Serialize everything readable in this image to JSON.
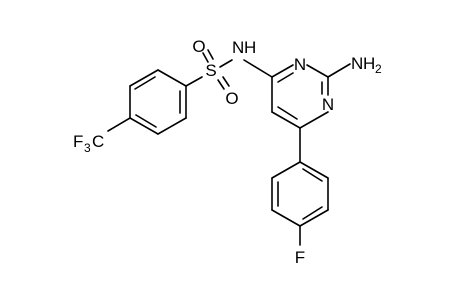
{
  "molecule": {
    "labels": {
      "oxygen_top": "O",
      "oxygen_bottom": "O",
      "sulfur": "S",
      "amide_n": "N",
      "amide_h": "H",
      "ring_n_top": "N",
      "ring_n_right": "N",
      "amine_n": "N",
      "amine_h": "H",
      "amine_sub": "2",
      "fluorine": "F",
      "cf3_f": "F",
      "cf3_sub": "3",
      "cf3_c": "C"
    }
  }
}
